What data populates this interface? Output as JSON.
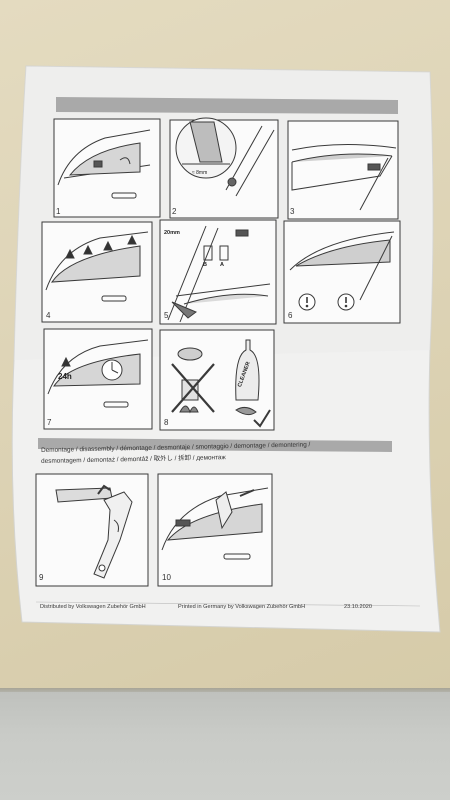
{
  "instructions": {
    "panel_numbers": [
      "1",
      "2",
      "3",
      "4",
      "5",
      "6",
      "7",
      "8",
      "9",
      "10"
    ],
    "panel2_label": "≈ 8mm",
    "panel5_label": "20mm",
    "panel5_marks": [
      "B",
      "A"
    ],
    "panel7_label": "24h",
    "cleaner_label": "CLEANER",
    "disassembly_line1": "Demontage / disassembly / démontage / desmontaje / smontaggio / demontage / demontering /",
    "disassembly_line2": "desmontagem / demontaż / demontáž / 取外し / 拆卸 / демонтаж"
  },
  "footer": {
    "distributor": "Distributed by Volkswagen Zubehör GmbH",
    "printed": "Printed in Germany by Volkswagen Zubehör GmbH",
    "date": "23.10.2020"
  },
  "colors": {
    "paper": "#f2f2f2",
    "ink": "#3a3a3a",
    "header_bar": "#a9a9a9",
    "board": "#ddd3b5",
    "floor": "#cacbc7"
  }
}
